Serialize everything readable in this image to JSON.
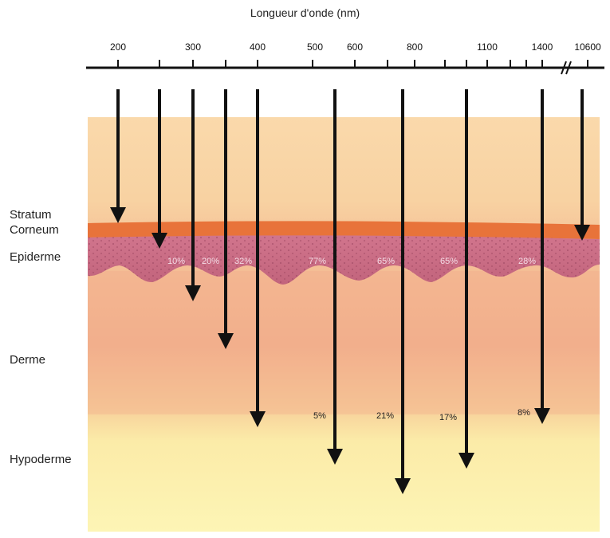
{
  "title": "Longueur d'onde (nm)",
  "wavelength_ticks": [
    "200",
    "300",
    "400",
    "500",
    "600",
    "800",
    "1100",
    "1400",
    "10600"
  ],
  "layers": {
    "stratum_corneum": "Stratum\nCorneum",
    "epiderme": "Epiderme",
    "derme": "Derme",
    "hypoderme": "Hypoderme"
  },
  "epidermis_percentages": [
    "10%",
    "20%",
    "32%",
    "77%",
    "65%",
    "65%",
    "28%"
  ],
  "deep_percentages": [
    "5%",
    "21%",
    "17%",
    "8%"
  ],
  "colors": {
    "skin_top": "#f8d9a8",
    "stratum": "#e8733a",
    "epidermis": "#c96b86",
    "dermis": "#f3b58e",
    "hypodermis": "#fdf2a6",
    "arrow": "#111111"
  }
}
